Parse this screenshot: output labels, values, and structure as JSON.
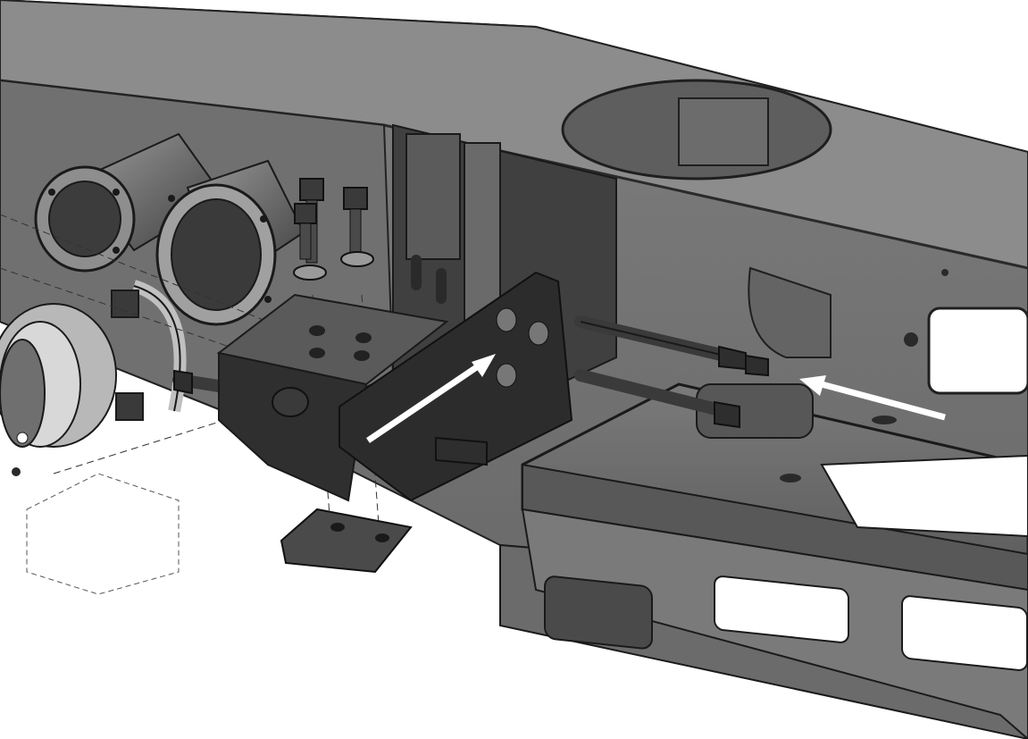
{
  "figure": {
    "kind": "exploded-assembly-illustration",
    "style": "grayscale-shaded-cad",
    "colors": {
      "background": "#ffffff",
      "frame_light": "#8a8a8a",
      "frame_mid": "#6f6f6f",
      "frame_dark": "#4a4a4a",
      "plate_dark": "#2e2e2e",
      "edge": "#1a1a1a",
      "arrow": "#ffffff"
    },
    "parts": [
      "main-frame-rail",
      "cross-member",
      "tube-flange-left",
      "tube-flange-right",
      "clamp-ring",
      "hub-flange",
      "mounting-bracket-block",
      "bracket-side-plate",
      "long-bolts",
      "vertical-bolts",
      "bottom-tab-plate",
      "lower-frame-rail"
    ],
    "arrows": [
      {
        "name": "insert-arrow-left",
        "direction": "up-right"
      },
      {
        "name": "insert-arrow-right",
        "direction": "left"
      }
    ]
  }
}
